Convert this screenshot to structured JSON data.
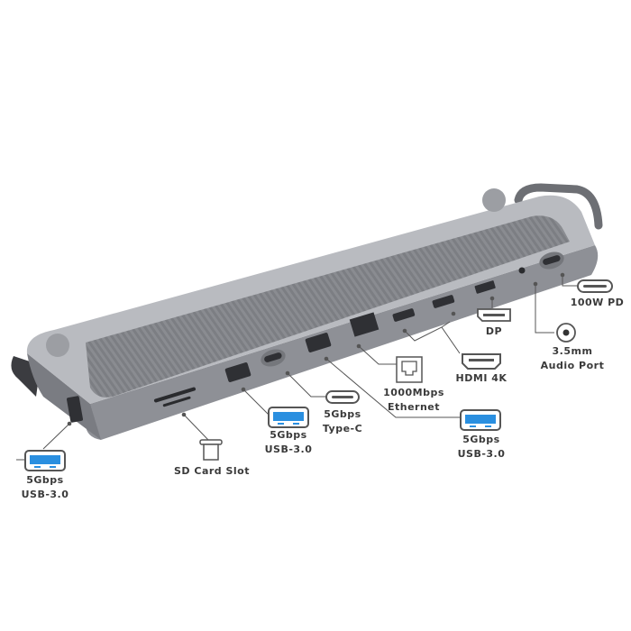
{
  "colors": {
    "body": "#8e9096",
    "top": "#b9bbc0",
    "panel": "#888a8f",
    "usb_blue": "#2a8fe0",
    "line": "#555555"
  },
  "labels": {
    "side_usb": {
      "speed": "5Gbps",
      "type": "USB-3.0",
      "icon": "usb-a-icon"
    },
    "sd": {
      "name": "SD Card Slot",
      "icon": "sd-card-icon"
    },
    "usb1": {
      "speed": "5Gbps",
      "type": "USB-3.0",
      "icon": "usb-a-icon"
    },
    "typec": {
      "speed": "5Gbps",
      "type": "Type-C",
      "icon": "usb-c-icon"
    },
    "ethernet": {
      "speed": "1000Mbps",
      "type": "Ethernet",
      "icon": "ethernet-icon"
    },
    "usb2": {
      "speed": "5Gbps",
      "type": "USB-3.0",
      "icon": "usb-a-icon"
    },
    "hdmi": {
      "name": "HDMI 4K",
      "icon": "hdmi-icon"
    },
    "dp": {
      "name": "DP",
      "icon": "displayport-icon"
    },
    "audio": {
      "name1": "3.5mm",
      "name2": "Audio Port",
      "icon": "audio-jack-icon"
    },
    "pd": {
      "name": "100W PD",
      "icon": "usb-c-icon"
    }
  }
}
